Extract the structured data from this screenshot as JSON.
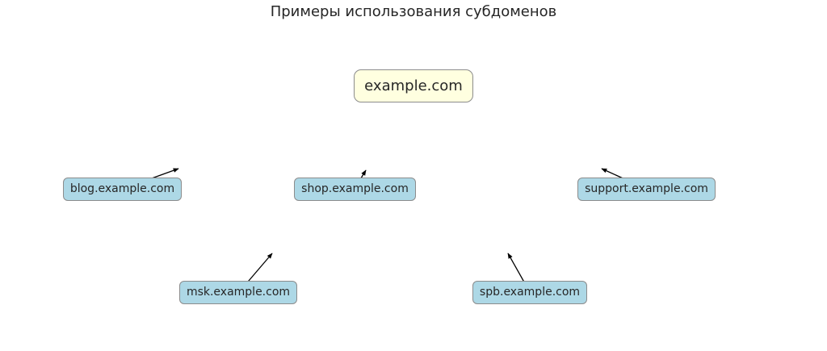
{
  "title": "Примеры использования субдоменов",
  "root": {
    "label": "example.com",
    "color": "#ffffe0"
  },
  "subdomains": [
    {
      "id": "blog",
      "label": "blog.example.com",
      "color": "#add8e6"
    },
    {
      "id": "shop",
      "label": "shop.example.com",
      "color": "#add8e6"
    },
    {
      "id": "support",
      "label": "support.example.com",
      "color": "#add8e6"
    },
    {
      "id": "msk",
      "label": "msk.example.com",
      "color": "#add8e6"
    },
    {
      "id": "spb",
      "label": "spb.example.com",
      "color": "#add8e6"
    }
  ],
  "edges": [
    {
      "from": "blog",
      "to": "root"
    },
    {
      "from": "shop",
      "to": "root"
    },
    {
      "from": "support",
      "to": "root"
    },
    {
      "from": "msk",
      "to": "root"
    },
    {
      "from": "spb",
      "to": "root"
    }
  ]
}
